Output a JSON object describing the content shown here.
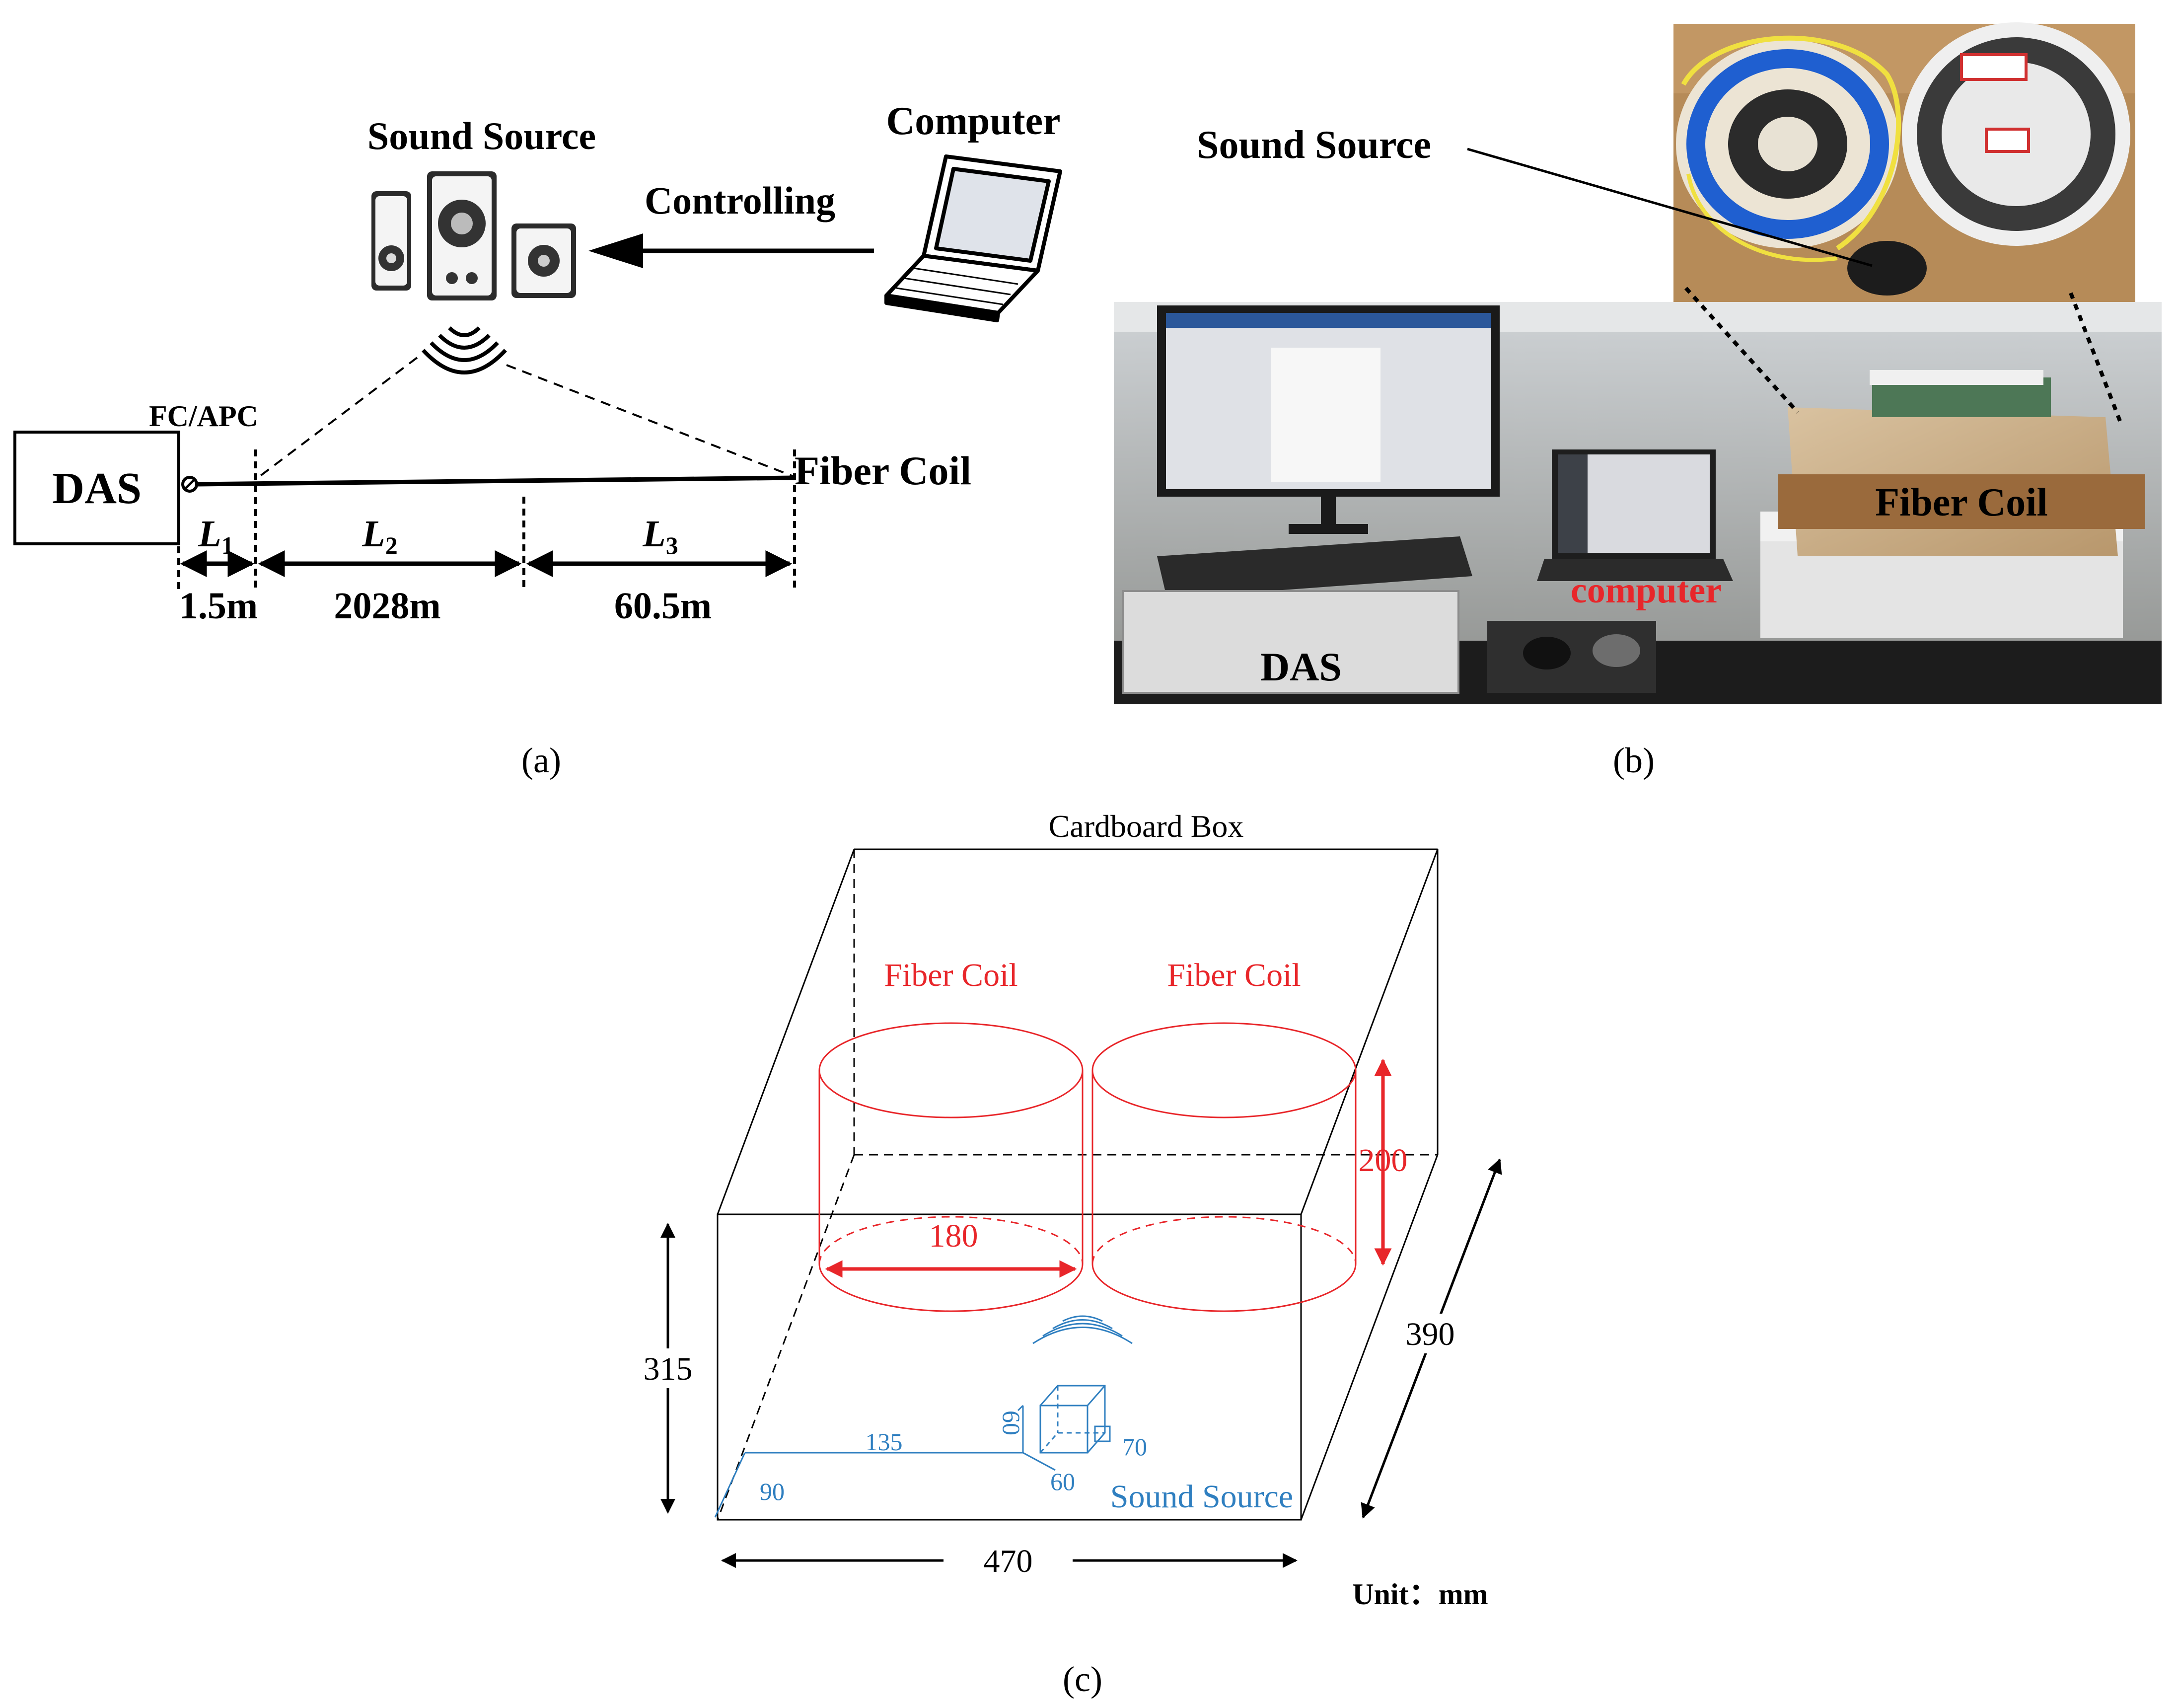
{
  "panel_a": {
    "sound_source_label": "Sound Source",
    "computer_label": "Computer",
    "controlling_label": "Controlling",
    "fc_apc_label": "FC/APC",
    "das_label": "DAS",
    "fiber_coil_label": "Fiber Coil",
    "segments": [
      {
        "symbol": "L",
        "subscript": "1",
        "length": "1.5m"
      },
      {
        "symbol": "L",
        "subscript": "2",
        "length": "2028m"
      },
      {
        "symbol": "L",
        "subscript": "3",
        "length": "60.5m"
      }
    ],
    "caption": "(a)"
  },
  "panel_b": {
    "sound_source_label": "Sound Source",
    "fiber_coil_label": "Fiber Coil",
    "computer_label": "computer",
    "das_label": "DAS",
    "caption": "(b)"
  },
  "panel_c": {
    "box_label": "Cardboard Box",
    "coil_left_label": "Fiber Coil",
    "coil_right_label": "Fiber Coil",
    "coil_height": "200",
    "coil_diameter": "180",
    "box_height": "315",
    "box_depth": "390",
    "box_width": "470",
    "source_x": "135",
    "source_y": "90",
    "source_w": "60",
    "source_h": "60",
    "source_d": "70",
    "sound_source_label": "Sound Source",
    "unit_label": "Unit：mm",
    "caption": "(c)"
  },
  "colors": {
    "red": "#e8262a",
    "blue": "#2f7fc0",
    "black": "#000000",
    "coil_label_box": "#9a6a3c"
  }
}
